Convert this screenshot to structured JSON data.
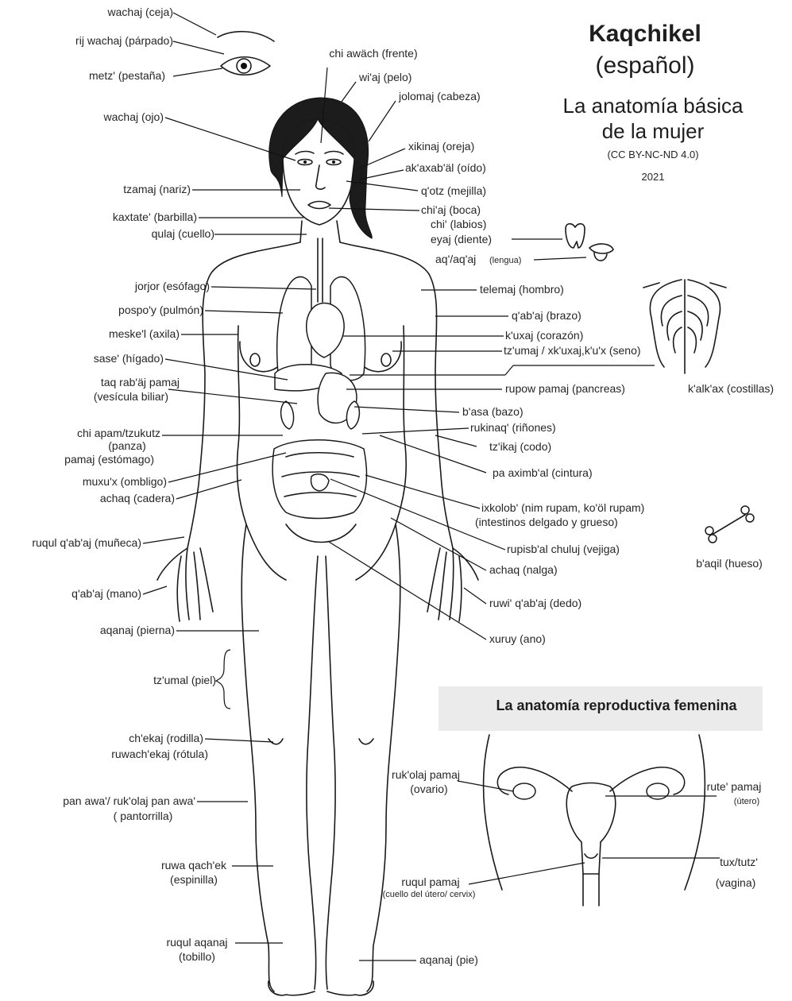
{
  "header": {
    "title": "Kaqchikel",
    "subtitle": "(español)",
    "heading_line1": "La anatomía básica",
    "heading_line2": "de la mujer",
    "license": "(CC BY-NC-ND 4.0)",
    "year": "2021"
  },
  "repro_box": {
    "title": "La anatomía reproductiva femenina"
  },
  "labels": {
    "ceja": "wachaj (ceja)",
    "parpado": "rij wachaj (párpado)",
    "pestana": "metz' (pestaña)",
    "ojo": "wachaj (ojo)",
    "frente": "chi awäch (frente)",
    "pelo": "wi'aj (pelo)",
    "cabeza": "jolomaj (cabeza)",
    "oreja": "xikinaj (oreja)",
    "oido": "ak'axab'äl  (oído)",
    "nariz": "tzamaj (nariz)",
    "mejilla": "q'otz (mejilla)",
    "boca": "chi'aj (boca)",
    "labios": "chi' (labios)",
    "barbilla": "kaxtate' (barbilla)",
    "cuello": "qulaj (cuello)",
    "diente": "eyaj (diente)",
    "lengua_main": "aq'/aq'aj",
    "lengua_paren": "(lengua)",
    "esofago": "jorjor (esófago)",
    "hombro": "telemaj (hombro)",
    "pulmon": "pospo'y (pulmón)",
    "brazo": "q'ab'aj (brazo)",
    "axila": "meske'l (axila)",
    "corazon": "k'uxaj (corazón)",
    "seno": "tz'umaj / xk'uxaj,k'u'x (seno)",
    "higado": "sase' (hígado)",
    "costillas": "k'alk'ax (costillas)",
    "vesicula_1": "taq rab'äj pamaj",
    "vesicula_2": "(vesícula biliar)",
    "pancreas": "rupow pamaj (pancreas)",
    "bazo": "b'asa (bazo)",
    "rinones": "rukinaq' (riñones)",
    "panza_1": "chi apam/tzukutz",
    "panza_2": "(panza)",
    "estomago": "pamaj (estómago)",
    "codo": "tz'ikaj (codo)",
    "ombligo": "muxu'x (ombligo)",
    "cintura": "pa aximb'al (cintura)",
    "cadera": "achaq (cadera)",
    "intestinos_1": "ixkolob'  (nim rupam, ko'öl rupam)",
    "intestinos_2": "(intestinos delgado y grueso)",
    "muneca": "ruqul q'ab'aj (muñeca)",
    "vejiga": "rupisb'al chuluj (vejiga)",
    "hueso": "b'aqil (hueso)",
    "nalga": "achaq (nalga)",
    "mano": "q'ab'aj (mano)",
    "dedo": "ruwi' q'ab'aj (dedo)",
    "pierna": "aqanaj (pierna)",
    "ano": "xuruy (ano)",
    "piel": "tz'umal (piel)",
    "rodilla": "ch'ekaj (rodilla)",
    "rotula": "ruwach'ekaj (rótula)",
    "pantorrilla_1": "pan awa'/ ruk'olaj pan awa'",
    "pantorrilla_2": "( pantorrilla)",
    "espinilla_1": "ruwa qach'ek",
    "espinilla_2": "(espinilla)",
    "tobillo_1": "ruqul aqanaj",
    "tobillo_2": "(tobillo)",
    "pie": "aqanaj (pie)",
    "ovario_1": "ruk'olaj pamaj",
    "ovario_2": "(ovario)",
    "utero_1": "rute' pamaj",
    "utero_2": "(útero)",
    "cervix_1": "ruqul pamaj",
    "cervix_2": "(cuello del útero/ cervix)",
    "vagina_1": "tux/tutz'",
    "vagina_2": "(vagina)"
  }
}
